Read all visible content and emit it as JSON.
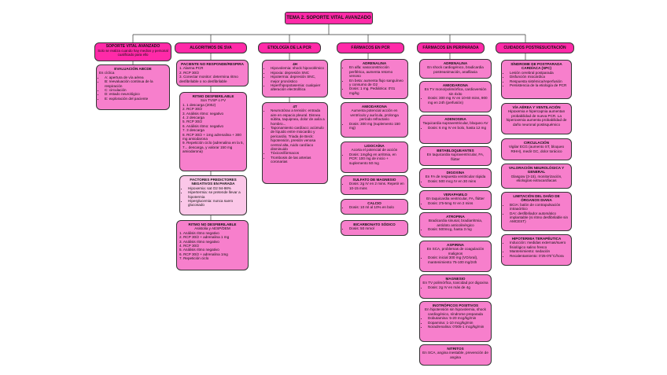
{
  "title": "TEMA 2. SOPORTE VITAL AVANZADO",
  "columns": [
    {
      "header": "SOPORTE VITAL AVANZADO",
      "header_note": "Solo se realiza cuando hay medios y personal cualificado para ello",
      "boxes": [
        {
          "title": "EVALUACIÓN ABCDE",
          "subtitle": "Es cíclica",
          "items": [
            "A: apertura de vía aérea",
            "B: reevaluación continua de la respiración",
            "C: circulación",
            "D: estado neurológico",
            "E: exploración del paciente"
          ]
        }
      ]
    },
    {
      "header": "ALGORITMOS DE SVA",
      "boxes": [
        {
          "title": "PACIENTE NO RESPONDE/RESPIRA",
          "items": [
            "Alarma PCR",
            "RCP 30/2",
            "Conectar monitor: determina ritmo desfibrilable o no desfibrilable"
          ]
        },
        {
          "title": "RITMO DESFIBRILABLE",
          "subtitle": "Son TVSP o FV",
          "items": [
            "1 descarga (200J)",
            "RCP 30/2",
            "Análisis ritmo: negativo",
            "2 descarga",
            "RCP 30/2",
            "Análisis ritmo: negativo",
            "3 descarga",
            "RCP 30/2 + 1mg adrenalina + 300 mg amiodarona",
            "Repetición ciclo (adrenalina en la 5, 7... descarga, y valorar 150 mg amiodarona)"
          ]
        },
        {
          "title": "FACTORES PREDICTORES NEGATIVOS EN PARADA",
          "items": [
            "Hipoxemia: sat O2 94-98%",
            "Hipertermia: se pretende llevar a hipotermia",
            "Hiperglucemia: nunca suero glucosado"
          ]
        },
        {
          "title": "RITMO NO DESFIBRILABLE",
          "subtitle": "Asistolia y AESP/DEM",
          "items": [
            "Análisis ritmo negativo",
            "RCP 30/2 + adrenalina 1 mg",
            "Análisis ritmo negativo",
            "RCP 30/2",
            "Análisis ritmo negativo",
            "RCP 30/2 + adrenalina 1mg",
            "Repetición ciclo"
          ]
        }
      ]
    },
    {
      "header": "ETIOLOGÍA DE LA PCR",
      "boxes": [
        {
          "title": "4H",
          "items": [
            "Hipovolemia: shock hipovolémico",
            "Hipoxia: depresión SNC",
            "Hipotermia: depresión SNC, mejor pronóstico",
            "Hiper/hipopotasemia: cualquier alteración electrolítica"
          ]
        },
        {
          "title": "4T",
          "items": [
            "Neumotórax a tensión: entrada aire en espacio pleural. Disnea súbita, taquipnea, dolor de axila a hombro...",
            "Taponamiento cardíaco: acúmulo de líquido entre miocardio y pericardio. Triada de Beck: hipotensión, presión venosa central alta, ruido cardíaco disminuido",
            "Tóxicos/fármacos",
            "Trombosis de las arterias coronarias"
          ]
        }
      ]
    },
    {
      "header": "FÁRMACOS EN PCR",
      "boxes": [
        {
          "title": "ADRENALINA",
          "items": [
            "En alfa: vasoconstricción periférica, aumenta retorno venoso",
            "En beta: aumenta flujo sanguíneo y consumo de O2",
            "Dosis: 1 mg. Pediátrica: 0'01 mg/kg"
          ]
        },
        {
          "title": "AMIODARONA",
          "subtitle": "Aumenta potencial acción en ventrículo y aurícula, prolonga período refractario",
          "items": [
            "Dosis: 300 mg (suplemento 150 mg)"
          ]
        },
        {
          "title": "LIDOCAÍNA",
          "subtitle": "Acorta el potencial de acción",
          "items": [
            "Dosis: 1mg/kg en arritmia, en PCR: 100 mg de inicio + suplemento 50 mg"
          ]
        },
        {
          "title": "SULFATO DE MAGNESIO",
          "items": [
            "Dosis: 2g IV en 2 mins. Repetir en 10-15 mins"
          ]
        },
        {
          "title": "CALCIO",
          "items": [
            "Dosis: 10 ml al 10% en bolo"
          ]
        },
        {
          "title": "BICARBONATO SÓDICO",
          "items": [
            "Dosis: 50 mmol"
          ]
        }
      ]
    },
    {
      "header": "FÁRMACOS EN PERIPARADA",
      "boxes": [
        {
          "title": "ADRENALINA",
          "subtitle": "En shock cardiogénico, bradicardia postreanimación, anafilaxia",
          "items": []
        },
        {
          "title": "AMIODARONA",
          "subtitle": "En TV mono/polimórfica, cardioversión sin éxito",
          "items": [
            "Dosis: 300 mg IV en 10-60 mins, 900 mg en 24h (perfusión)"
          ]
        },
        {
          "title": "ADENOSINA",
          "subtitle": "Taquicardia supraventricular, bloqueo AV",
          "items": [
            "Dosis: 6 mg IV en bolo, hasta 12 mg"
          ]
        },
        {
          "title": "BETABLOQUEANTES",
          "subtitle": "En taquicardia supraventricular, FA, flútter",
          "items": []
        },
        {
          "title": "DIGOXINA",
          "subtitle": "En FA de respuesta ventricular rápida",
          "items": [
            "Dosis: 500 mcg IV en 30 mins"
          ]
        },
        {
          "title": "VERAPAMILO",
          "subtitle": "En taquicardia ventricular, FA, flútter",
          "items": [
            "Dosis: 2'5-5mg IV en 2 mins"
          ]
        },
        {
          "title": "ATROPINA",
          "subtitle": "Bradicardia sinusal, bradiarritmia, antídoto anticolinérgico",
          "items": [
            "Dosis: 500mcg, hasta 3 mg"
          ]
        },
        {
          "title": "ASPIRINA",
          "subtitle": "En SCA, problemas de coagulación malignos",
          "items": [
            "Dosis: inicial 300 mg (VO/oral), mantenimiento 75-100 mg/24h"
          ]
        },
        {
          "title": "MAGNESIO",
          "subtitle": "En TV polimórfica, toxicidad por digoxina",
          "items": [
            "Dosis: 2g IV en más de 4g"
          ]
        },
        {
          "title": "INOTRÓPICOS POSITIVOS",
          "subtitle": "En hipotensión sin hipovolemia, shock cardiogénico, síndrome preparada",
          "items": [
            "Dobutamina: 5-20 mcg/kg/min",
            "Dopamina: 1-10 mcg/kg/min",
            "Noradrenalina: 0'005-1 mcg/kg/min"
          ]
        },
        {
          "title": "NITRITOS",
          "subtitle": "En SCA, angina inestable, prevención de angina",
          "items": []
        }
      ]
    },
    {
      "header": "CUIDADOS POSTRESUCITACIÓN",
      "boxes": [
        {
          "title": "SÍNDROME DE POSTPARADA CARDÍACA (SPC)",
          "items": [
            "Lesión cerebral postparada",
            "Disfunción miocárdica",
            "Respuesta sistémica/reperfusión",
            "Persistencia de la etiología de PCR"
          ]
        },
        {
          "title": "VÍA AÉREA Y VENTILACIÓN",
          "subtitle": "Hipoxemia e hipercapnia aumentan probabilidad de nueva PCR. La hiperoxemia aumenta probabilidad de daño neuronal postisquémico",
          "items": []
        },
        {
          "title": "CIRCULACIÓN",
          "subtitle": "Vigilar ECG (aumento ST, bloqueo RIHH), medir GC, dolor torácico",
          "items": []
        },
        {
          "title": "VALORACIÓN NEUROLÓGICA Y GENERAL",
          "subtitle": "Glasgow (3-15), monitorización, etiologías extracardíacas",
          "items": []
        },
        {
          "title": "LIMITACIÓN DEL DAÑO DE ÓRGANOS DIANA",
          "items": [
            "BCIA: balón de contrapulsación intraaórtico",
            "DAI: desfibrilador automático implantable (si ritmo desfibrilable sin AMCEST)"
          ]
        },
        {
          "title": "HIPOTERMIA TERAPÉUTICA",
          "items": [
            "Inducción: medidas externas/suero fisiológico salino frescο",
            "Mantenimiento: sedación",
            "Recalentamiento: 0'25-0'5°C/hora"
          ]
        }
      ]
    }
  ],
  "colors": {
    "hot": "#ff2aa8",
    "mid": "#f77fcc",
    "lite": "#fbc7e8"
  }
}
